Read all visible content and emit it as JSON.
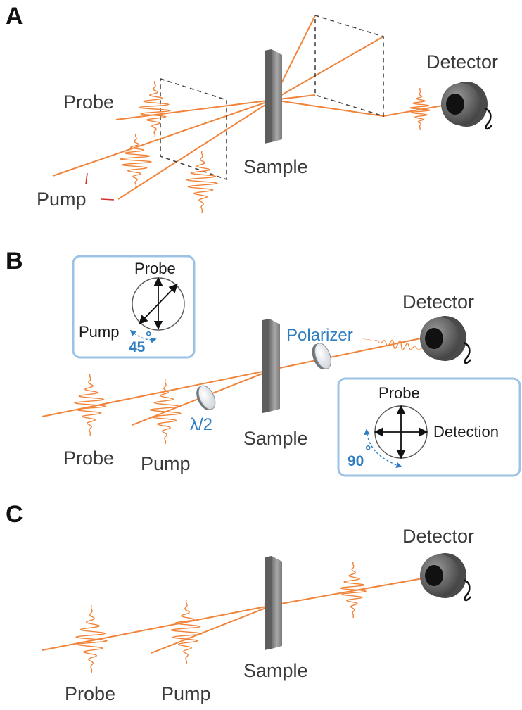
{
  "panels": {
    "a": {
      "letter": "A",
      "labels": {
        "probe": "Probe",
        "pump": "Pump",
        "sample": "Sample",
        "detector": "Detector"
      }
    },
    "b": {
      "letter": "B",
      "labels": {
        "probe": "Probe",
        "pump": "Pump",
        "sample": "Sample",
        "detector": "Detector",
        "polarizer": "Polarizer",
        "half_wave": "λ/2"
      },
      "inset_left": {
        "probe": "Probe",
        "pump": "Pump",
        "angle": "45",
        "degree": "°"
      },
      "inset_right": {
        "probe": "Probe",
        "detection": "Detection",
        "angle": "90",
        "degree": "°"
      }
    },
    "c": {
      "letter": "C",
      "labels": {
        "probe": "Probe",
        "pump": "Pump",
        "sample": "Sample",
        "detector": "Detector"
      }
    }
  },
  "colors": {
    "beam": "#f0843a",
    "annotation_blue": "#2f7ec1",
    "inset_border": "#9cc3e6",
    "sample": "#8c8c8c"
  }
}
